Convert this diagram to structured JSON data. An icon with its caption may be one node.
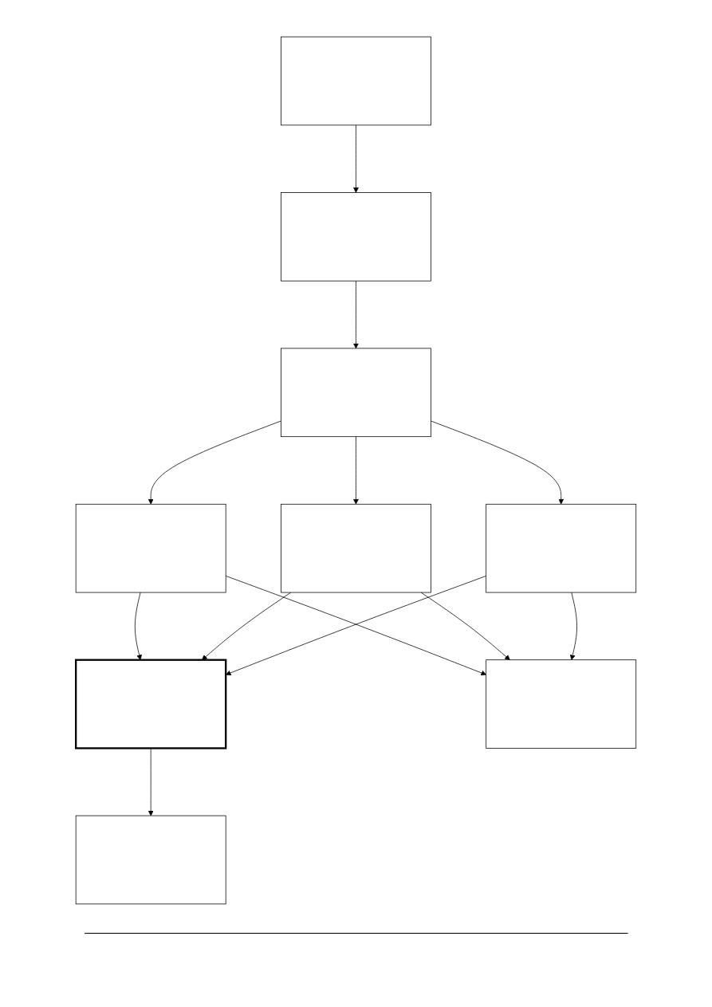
{
  "diagram": {
    "nodes": [
      {
        "text": [],
        "shape": "box"
      },
      {
        "text": [],
        "shape": "box"
      },
      {
        "text": [],
        "shape": "box"
      },
      {
        "text": [],
        "shape": "box"
      },
      {
        "text": [],
        "shape": "box"
      },
      {
        "text": [],
        "shape": "box"
      },
      {
        "text": [],
        "shape": "box"
      },
      {
        "text": [],
        "shape": "box"
      },
      {
        "text": [],
        "shape": "box"
      }
    ],
    "edges": [
      {
        "from": 0,
        "to": 1,
        "arrow": "to"
      },
      {
        "from": 1,
        "to": 2,
        "arrow": "to"
      },
      {
        "from": 2,
        "to": 3,
        "arrow": "to"
      },
      {
        "from": 2,
        "to": 4,
        "arrow": "to"
      },
      {
        "from": 2,
        "to": 5,
        "arrow": "to"
      },
      {
        "from": 3,
        "to": 6,
        "arrow": "to"
      },
      {
        "from": 4,
        "to": 6,
        "arrow": "to"
      },
      {
        "from": 5,
        "to": 6,
        "arrow": "to"
      },
      {
        "from": 3,
        "to": 7,
        "arrow": "to"
      },
      {
        "from": 4,
        "to": 7,
        "arrow": "to"
      },
      {
        "from": 5,
        "to": 7,
        "arrow": "to"
      },
      {
        "from": 6,
        "to": 8,
        "arrow": "to"
      }
    ]
  }
}
